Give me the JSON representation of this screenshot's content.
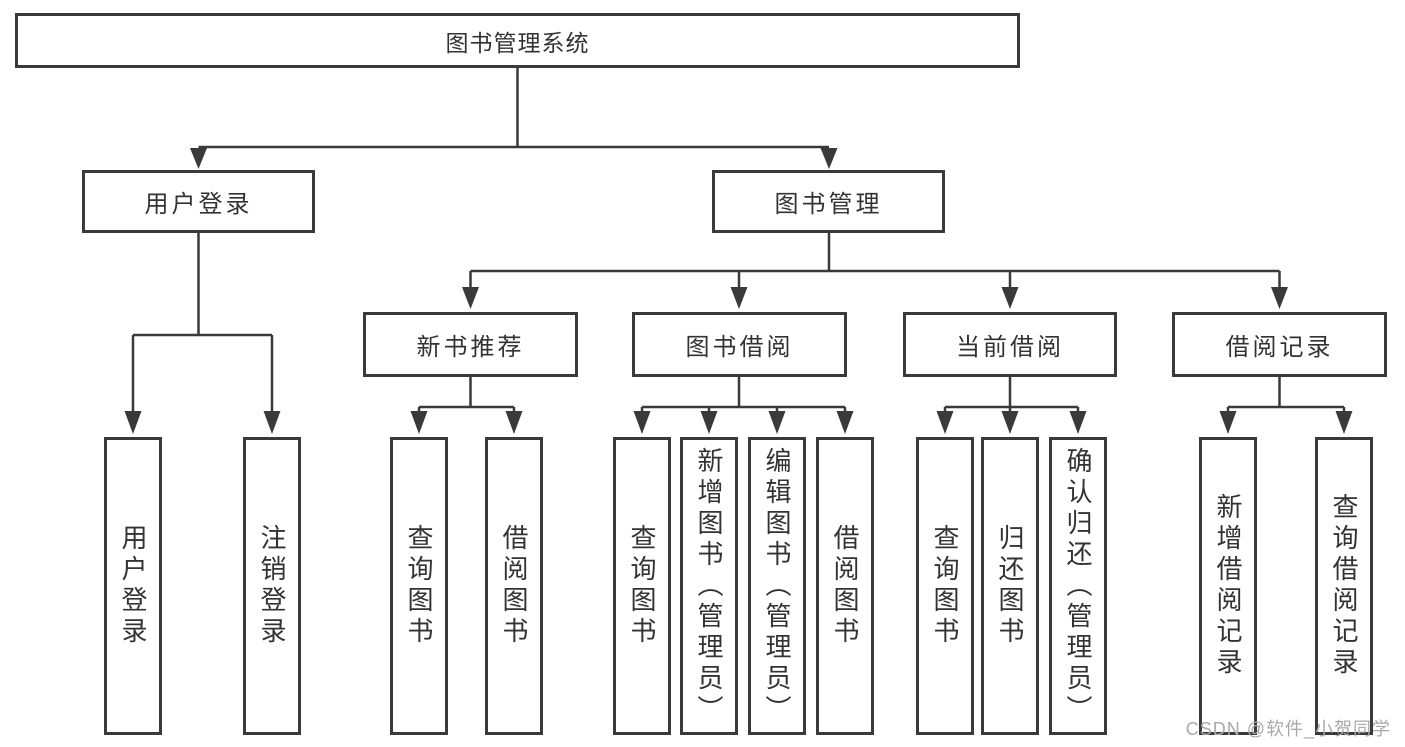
{
  "diagram": {
    "type": "tree-diagram",
    "colors": {
      "line": "#3a3a3a",
      "text": "#333333",
      "watermark": "#a9a9a9",
      "background": "#ffffff"
    },
    "nodes": {
      "root": "图书管理系统",
      "user_login": "用户登录",
      "book_mgmt": "图书管理",
      "new_book_rec": "新书推荐",
      "book_borrow": "图书借阅",
      "current_borrow": "当前借阅",
      "borrow_records": "借阅记录",
      "leaf_user_login": "用户登录",
      "leaf_logout": "注销登录",
      "leaf_nb_query": "查询图书",
      "leaf_nb_borrow": "借阅图书",
      "leaf_bb_query": "查询图书",
      "leaf_bb_add": "新增图书（管理员）",
      "leaf_bb_edit": "编辑图书（管理员）",
      "leaf_bb_borrow": "借阅图书",
      "leaf_cb_query": "查询图书",
      "leaf_cb_return": "归还图书",
      "leaf_cb_confirm": "确认归还（管理员）",
      "leaf_br_add": "新增借阅记录",
      "leaf_br_query": "查询借阅记录"
    },
    "watermark": "CSDN @软件_小贺同学"
  }
}
